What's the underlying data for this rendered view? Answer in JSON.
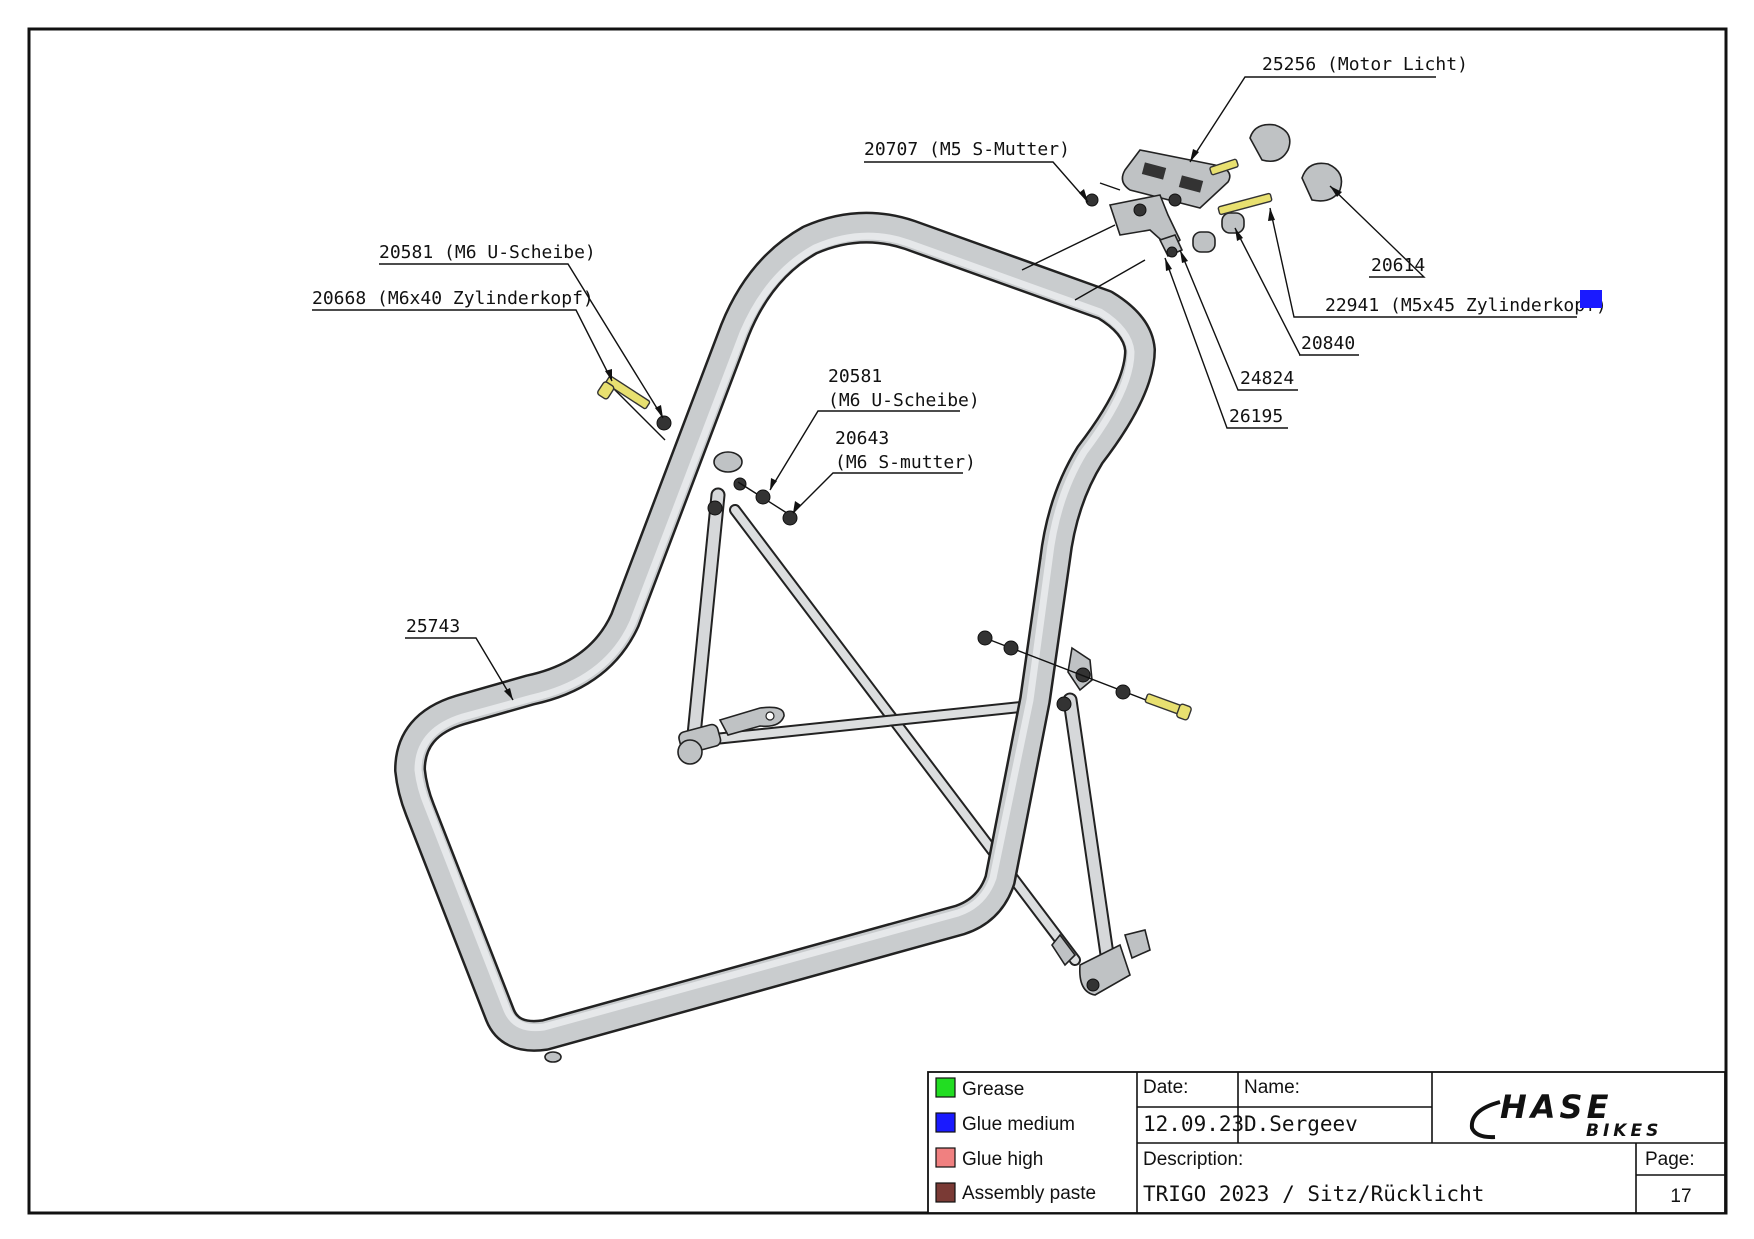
{
  "callouts": {
    "motor_licht": "25256 (Motor Licht)",
    "m5_s_mutter": "20707 (M5 S-Mutter)",
    "m6_u_scheibe_top": "20581 (M6 U-Scheibe)",
    "m6x40_zylinderkopf": "20668 (M6x40 Zylinderkopf)",
    "m6_u_scheibe_mid_num": "20581",
    "m6_u_scheibe_mid_desc": "(M6 U-Scheibe)",
    "m6_s_mutter_num": "20643",
    "m6_s_mutter_desc": "(M6 S-mutter)",
    "frame": "25743",
    "cap": "20614",
    "m5x45_zylinderkopf": "22941 (M5x45 Zylinderkopf)",
    "spacer": "20840",
    "bracket": "24824",
    "plate": "26195"
  },
  "legend": [
    {
      "label": "Grease",
      "color": "#22dd22"
    },
    {
      "label": "Glue medium",
      "color": "#1a1aff"
    },
    {
      "label": "Glue high",
      "color": "#f08080"
    },
    {
      "label": "Assembly paste",
      "color": "#7a3a35"
    }
  ],
  "glue_marker_color": "#1a1aff",
  "title_block": {
    "date_label": "Date:",
    "date_value": "12.09.23",
    "name_label": "Name:",
    "name_value": "D.Sergeev",
    "description_label": "Description:",
    "description_value": "TRIGO 2023 / Sitz/Rücklicht",
    "page_label": "Page:",
    "page_value": "17",
    "logo_main": "HASE",
    "logo_sub": "BIKES"
  }
}
